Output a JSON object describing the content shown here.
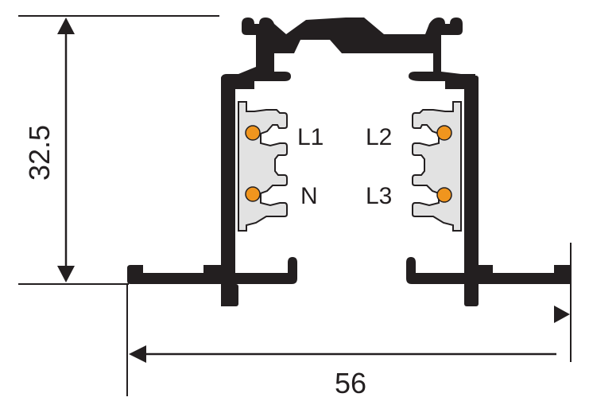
{
  "diagram": {
    "type": "cross-section",
    "subject": "3-circuit lighting track profile",
    "colors": {
      "profile": "#231f20",
      "insulator": "#e2e2e2",
      "conductor": "#f0951e",
      "dimension_line": "#231f20",
      "background": "#ffffff"
    },
    "dimensions": {
      "height": {
        "value": "32.5"
      },
      "width": {
        "value": "56"
      }
    },
    "conductors": [
      {
        "label": "L1",
        "side": "left",
        "position": "upper"
      },
      {
        "label": "N",
        "side": "left",
        "position": "lower"
      },
      {
        "label": "L2",
        "side": "right",
        "position": "upper"
      },
      {
        "label": "L3",
        "side": "right",
        "position": "lower"
      }
    ]
  }
}
